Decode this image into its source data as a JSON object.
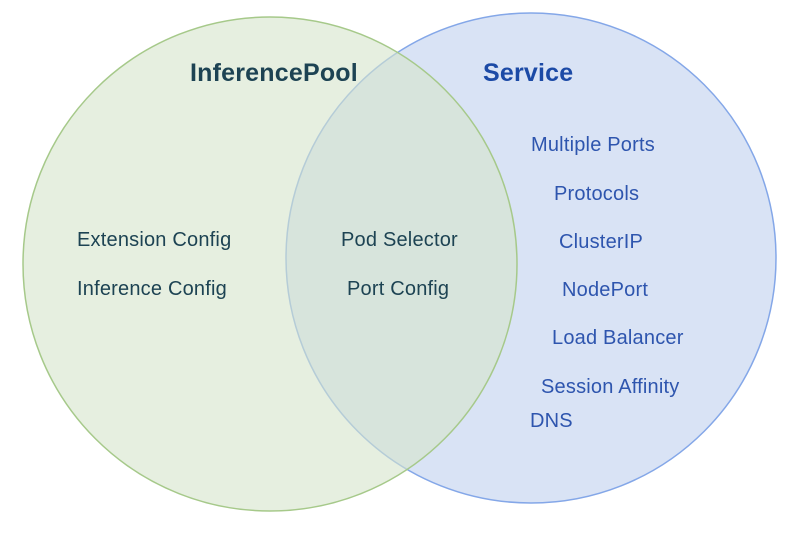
{
  "venn": {
    "left_circle": {
      "label": "InferencePool",
      "items": [
        "Extension Config",
        "Inference Config"
      ],
      "fill_color": "#d5e4cb",
      "stroke_color": "#a6c98a",
      "text_color": "#1d4353"
    },
    "right_circle": {
      "label": "Service",
      "items": [
        "Multiple Ports",
        "Protocols",
        "ClusterIP",
        "NodePort",
        "Load Balancer",
        "Session Affinity",
        "DNS"
      ],
      "fill_color": "#c0d0ee",
      "stroke_color": "#84a7e8",
      "title_color": "#1c4aa6",
      "text_color": "#2e55ae"
    },
    "intersection": {
      "items": [
        "Pod Selector",
        "Port Config"
      ]
    }
  }
}
